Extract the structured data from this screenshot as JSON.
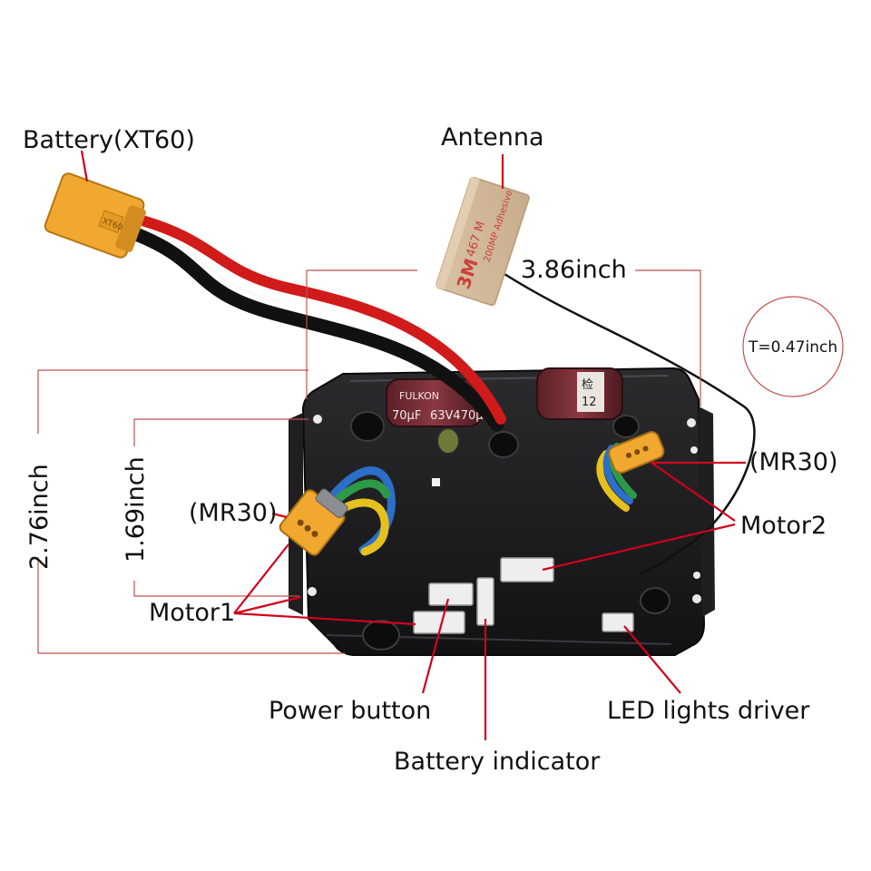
{
  "labels": {
    "battery": "Battery(XT60)",
    "antenna": "Antenna",
    "width": "3.86inch",
    "thickness": "T=0.47inch",
    "height_total": "2.76inch",
    "height_inner": "1.69inch",
    "mr30_left": "(MR30)",
    "mr30_right": "(MR30)",
    "motor1": "Motor1",
    "motor2": "Motor2",
    "power_button": "Power button",
    "battery_indicator": "Battery indicator",
    "led_driver": "LED lights driver"
  },
  "print": {
    "xt60": "XT60",
    "cap_brand": "FULKON",
    "cap_rating": "63V470µF",
    "cap_left_partial": "70µF",
    "cap_qc": "检",
    "cap_qc_num": "12",
    "tape_brand": "3M",
    "tape_line1": "467 M",
    "tape_line2": "200MP Adhesive"
  },
  "colors": {
    "dimension_line": "#c0504d",
    "leader_line": "#d0021b",
    "board": "#1b1b1d",
    "connector": "#e8a030",
    "wire_red": "#d11a1a",
    "wire_black": "#111111"
  }
}
